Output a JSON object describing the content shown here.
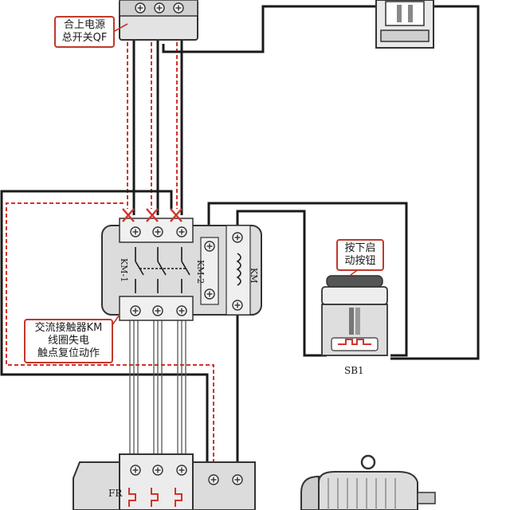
{
  "callouts": {
    "qf_lines": [
      "合上电源",
      "总开关QF"
    ],
    "sb1_action_lines": [
      "按下启",
      "动按钮"
    ],
    "km_action_lines": [
      "交流接触器KM",
      "线圈失电",
      "触点复位动作"
    ]
  },
  "labels": {
    "km1": "KM-1",
    "km2": "KM-2",
    "km_coil": "KM",
    "sb1": "SB1",
    "fr": "FR"
  },
  "colors": {
    "wire": "#1a1a1a",
    "current_path": "#d0342c",
    "device_body": "#e3e3e3",
    "device_outline": "#333333",
    "callout_border": "#c0392b"
  }
}
